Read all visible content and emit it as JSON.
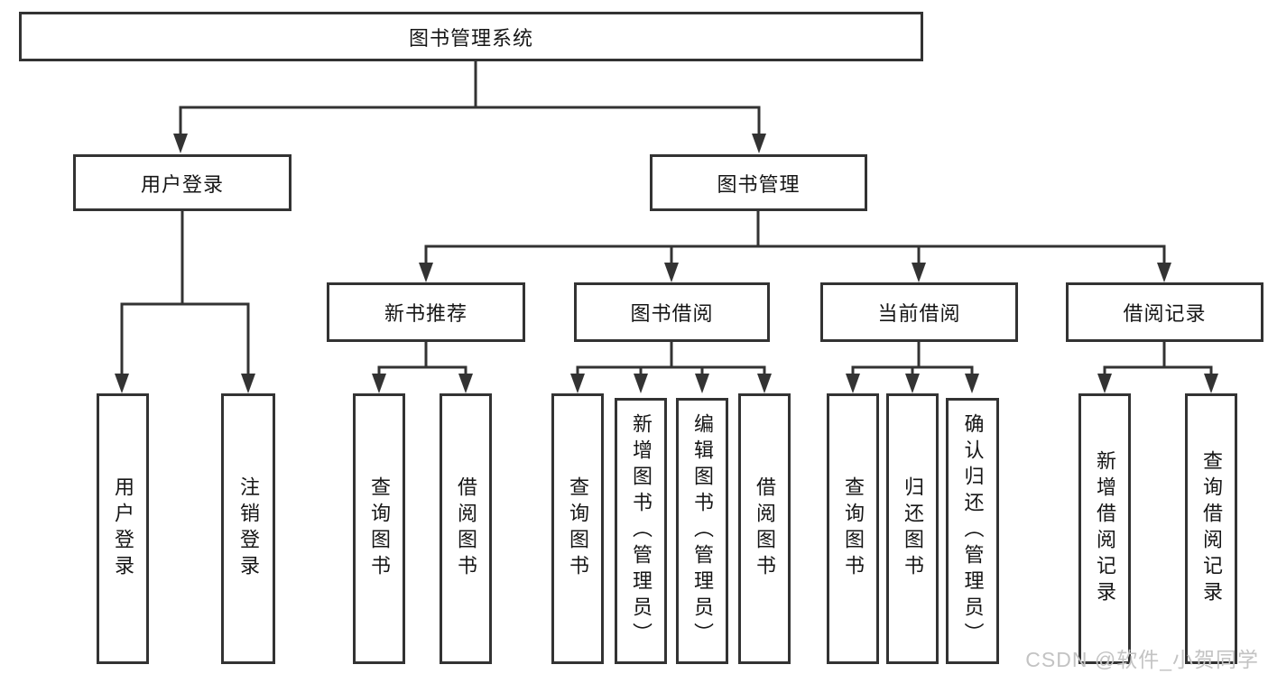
{
  "diagram": {
    "root": "图书管理系统",
    "level2": [
      {
        "label": "用户登录"
      },
      {
        "label": "图书管理"
      }
    ],
    "level3": [
      {
        "label": "新书推荐"
      },
      {
        "label": "图书借阅"
      },
      {
        "label": "当前借阅"
      },
      {
        "label": "借阅记录"
      }
    ],
    "leaves": {
      "login": [
        "用户登录",
        "注销登录"
      ],
      "newbook": [
        "查询图书",
        "借阅图书"
      ],
      "borrow": [
        "查询图书",
        "新增图书（管理员）",
        "编辑图书（管理员）",
        "借阅图书"
      ],
      "current": [
        "查询图书",
        "归还图书",
        "确认归还（管理员）"
      ],
      "records": [
        "新增借阅记录",
        "查询借阅记录"
      ]
    }
  },
  "watermark": "CSDN @软件_小贺同学",
  "colors": {
    "line": "#333333",
    "text": "#161616",
    "watermark": "#c3c3c3",
    "background": "#ffffff"
  }
}
